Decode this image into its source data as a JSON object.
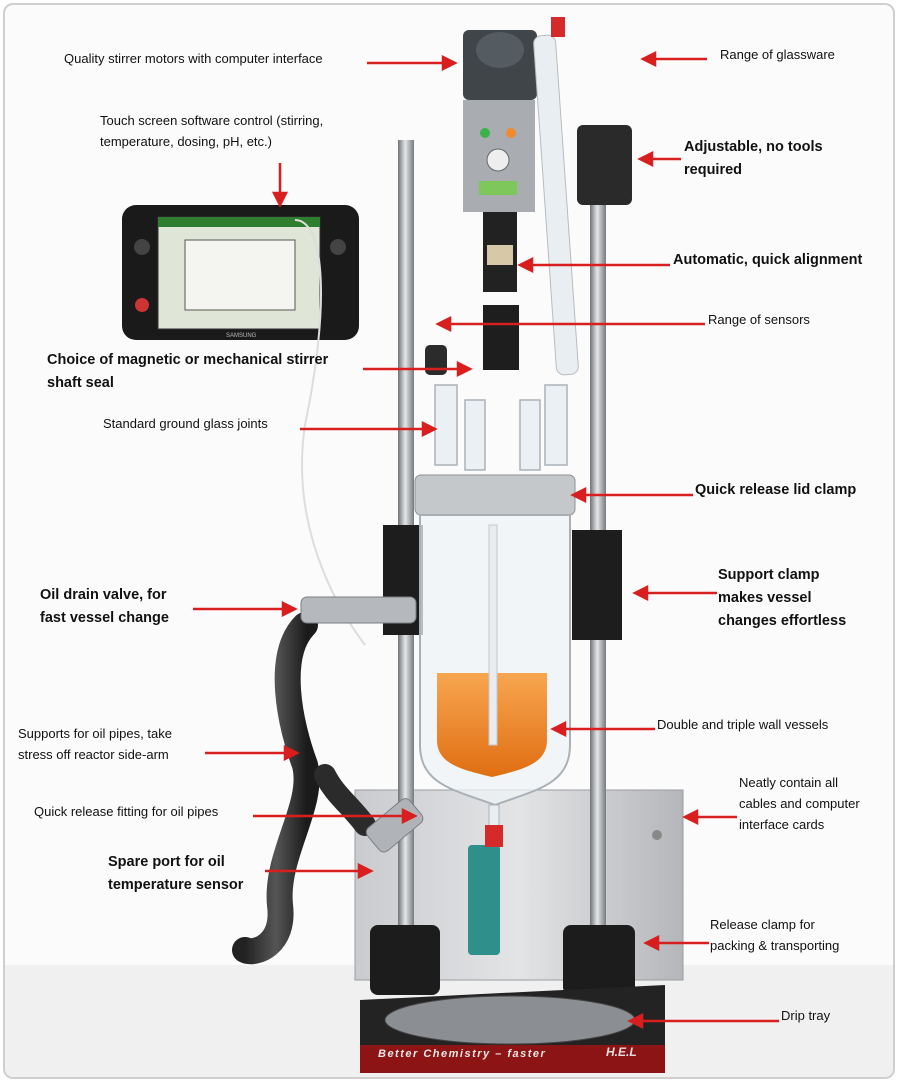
{
  "colors": {
    "arrow": "#d81e1e",
    "liquid": "#f0862b",
    "steel": "#b9bcc0"
  },
  "labels": {
    "stirrer_motors": "Quality stirrer motors with computer interface",
    "touch_screen_line1": "Touch screen software control (stirring,",
    "touch_screen_line2": "temperature, dosing, pH, etc.)",
    "glassware": "Range of glassware",
    "adjustable_line1": "Adjustable, no tools",
    "adjustable_line2": "required",
    "alignment": "Automatic, quick alignment",
    "sensors": "Range of sensors",
    "shaft_seal_line1": "Choice of magnetic or mechanical stirrer",
    "shaft_seal_line2": "shaft seal",
    "glass_joints": "Standard ground glass joints",
    "lid_clamp": "Quick release lid clamp",
    "support_clamp_line1": "Support clamp",
    "support_clamp_line2": "makes vessel",
    "support_clamp_line3": "changes effortless",
    "oil_drain_line1": "Oil drain valve, for",
    "oil_drain_line2": "fast vessel change",
    "oil_supports_line1": "Supports for oil pipes, take",
    "oil_supports_line2": "stress off reactor side-arm",
    "vessels": "Double and triple wall vessels",
    "cables_line1": "Neatly contain all",
    "cables_line2": "cables and computer",
    "cables_line3": "interface cards",
    "fitting": "Quick release fitting for oil pipes",
    "spare_port_line1": "Spare port for oil",
    "spare_port_line2": "temperature sensor",
    "release_clamp_line1": "Release clamp for",
    "release_clamp_line2": "packing & transporting",
    "drip_tray": "Drip tray"
  },
  "base_slogan": "Better Chemistry – faster",
  "base_logo": "H.E.L",
  "screen_brand": "SAMSUNG"
}
